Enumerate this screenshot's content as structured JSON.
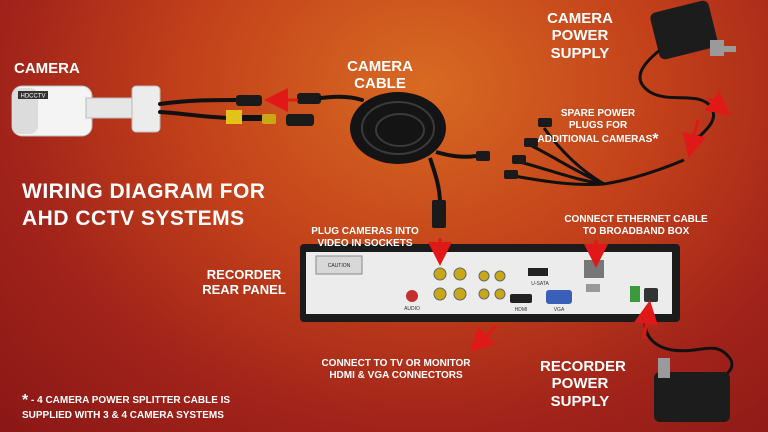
{
  "title": {
    "line1": "WIRING DIAGRAM FOR",
    "line2": "AHD CCTV SYSTEMS"
  },
  "labels": {
    "camera": "CAMERA",
    "camera_cable_1": "CAMERA",
    "camera_cable_2": "CABLE",
    "camera_power_1": "CAMERA",
    "camera_power_2": "POWER",
    "camera_power_3": "SUPPLY",
    "spare_power_1": "SPARE POWER",
    "spare_power_2": "PLUGS FOR",
    "spare_power_3": "ADDITIONAL CAMERAS",
    "spare_power_star": "*",
    "plug_cameras_1": "PLUG CAMERAS INTO",
    "plug_cameras_2": "VIDEO IN SOCKETS",
    "ethernet_1": "CONNECT ETHERNET CABLE",
    "ethernet_2": "TO BROADBAND BOX",
    "recorder_rear_1": "RECORDER",
    "recorder_rear_2": "REAR PANEL",
    "tv_1": "CONNECT TO TV OR MONITOR",
    "tv_2": "HDMI & VGA CONNECTORS",
    "recorder_power_1": "RECORDER",
    "recorder_power_2": "POWER",
    "recorder_power_3": "SUPPLY",
    "footnote_star": "*",
    "footnote_1": "- 4 CAMERA POWER SPLITTER CABLE IS",
    "footnote_2": "SUPPLIED WITH 3 & 4 CAMERA SYSTEMS",
    "camera_brand": "HDCCTV",
    "panel_caution": "CAUTION",
    "panel_hdmi": "HDMI",
    "panel_vga": "VGA",
    "panel_usata": "U-SATA",
    "panel_audio": "AUDIO"
  },
  "colors": {
    "arrow": "#e01818",
    "text": "#ffffff",
    "recorder_body": "#1b1b1b",
    "rear_plate": "#ececec"
  }
}
